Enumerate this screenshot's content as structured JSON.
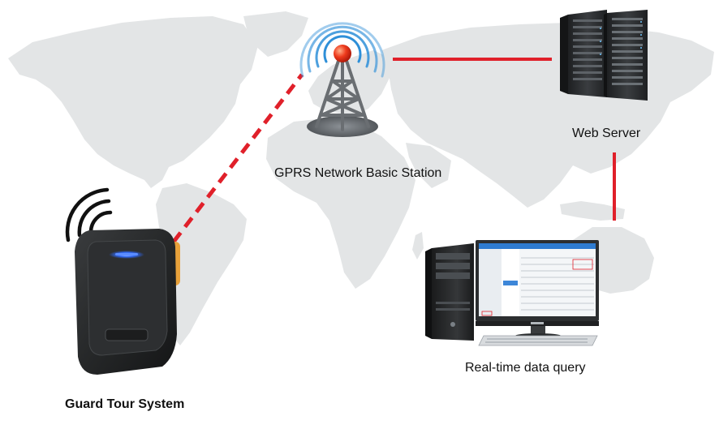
{
  "diagram": {
    "nodes": {
      "station": {
        "label": "GPRS Network Basic Station",
        "icon": "radio-tower-icon"
      },
      "server": {
        "label": "Web Server",
        "icon": "server-rack-icon"
      },
      "computer": {
        "label": "Real-time data query",
        "icon": "desktop-computer-icon"
      },
      "device": {
        "label": "Guard Tour System",
        "icon": "handheld-device-icon"
      }
    },
    "links": [
      {
        "from": "device",
        "to": "station",
        "style": "dashed"
      },
      {
        "from": "station",
        "to": "server",
        "style": "solid"
      },
      {
        "from": "server",
        "to": "computer",
        "style": "solid"
      }
    ],
    "colors": {
      "link": "#e0202a",
      "map": "#e3e5e6",
      "signal": "#2e8fd8",
      "tower": "#6a6e72",
      "device_body": "#262829",
      "device_led": "#2f6bff",
      "device_clip": "#e8a13a",
      "server_body": "#2a2c2e",
      "screen_header": "#2e7bd0"
    }
  }
}
